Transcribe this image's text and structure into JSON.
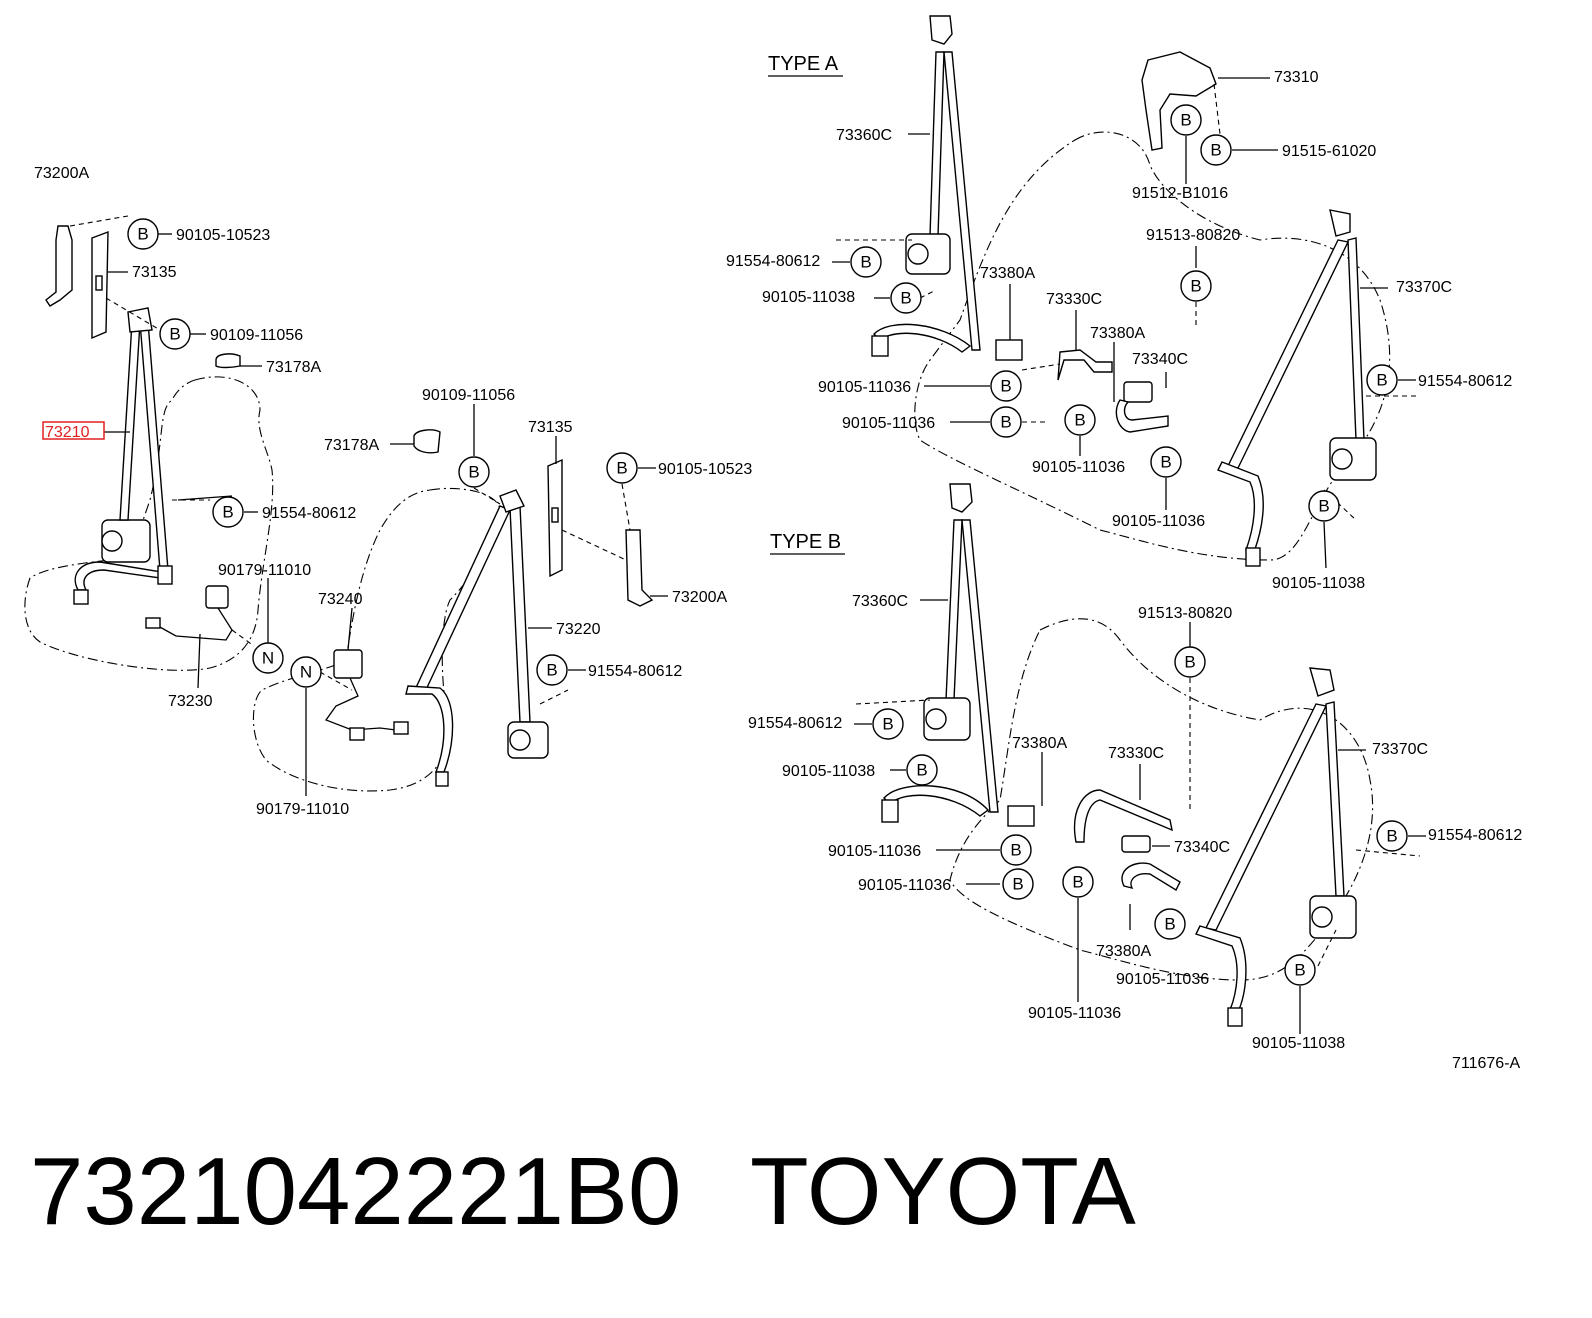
{
  "left": {
    "l_73200A_top": "73200A",
    "l_90105_10523_a": "90105-10523",
    "l_73135_a": "73135",
    "l_90109_11056_a": "90109-11056",
    "l_73178A_a": "73178A",
    "l_73210": "73210",
    "l_91554_80612_a": "91554-80612",
    "l_90179_11010_a": "90179-11010",
    "l_73230": "73230",
    "l_90109_11056_b": "90109-11056",
    "l_73178A_b": "73178A",
    "l_73135_b": "73135",
    "l_90105_10523_b": "90105-10523",
    "l_73240": "73240",
    "l_73200A_b": "73200A",
    "l_73220": "73220",
    "l_91554_80612_b": "91554-80612",
    "l_90179_11010_b": "90179-11010"
  },
  "type_a": {
    "header": "TYPE A",
    "l_73310": "73310",
    "l_73360C": "73360C",
    "l_91515_61020": "91515-61020",
    "l_91512_B1016": "91512-B1016",
    "l_91513_80820": "91513-80820",
    "l_91554_80612_l": "91554-80612",
    "l_90105_11038_l": "90105-11038",
    "l_73380A_1": "73380A",
    "l_73330C": "73330C",
    "l_73370C": "73370C",
    "l_73380A_2": "73380A",
    "l_73340C": "73340C",
    "l_90105_11036_1": "90105-11036",
    "l_90105_11036_2": "90105-11036",
    "l_91554_80612_r": "91554-80612",
    "l_90105_11036_3": "90105-11036",
    "l_90105_11036_4": "90105-11036",
    "l_90105_11038_r": "90105-11038"
  },
  "type_b": {
    "header": "TYPE B",
    "l_73360C": "73360C",
    "l_91513_80820": "91513-80820",
    "l_91554_80612_l": "91554-80612",
    "l_73380A_1": "73380A",
    "l_73330C": "73330C",
    "l_73370C": "73370C",
    "l_90105_11038_l": "90105-11038",
    "l_91554_80612_r": "91554-80612",
    "l_73340C": "73340C",
    "l_90105_11036_1": "90105-11036",
    "l_90105_11036_2": "90105-11036",
    "l_73380A_2": "73380A",
    "l_90105_11036_3": "90105-11036",
    "l_90105_11036_4": "90105-11036",
    "l_90105_11038_r": "90105-11038"
  },
  "symbols": {
    "bolt": "B",
    "nut": "N"
  },
  "diagram_code": "711676-A",
  "footer": {
    "part_number": "7321042221B0",
    "brand": "TOYOTA"
  },
  "highlight_color": "#e02020"
}
